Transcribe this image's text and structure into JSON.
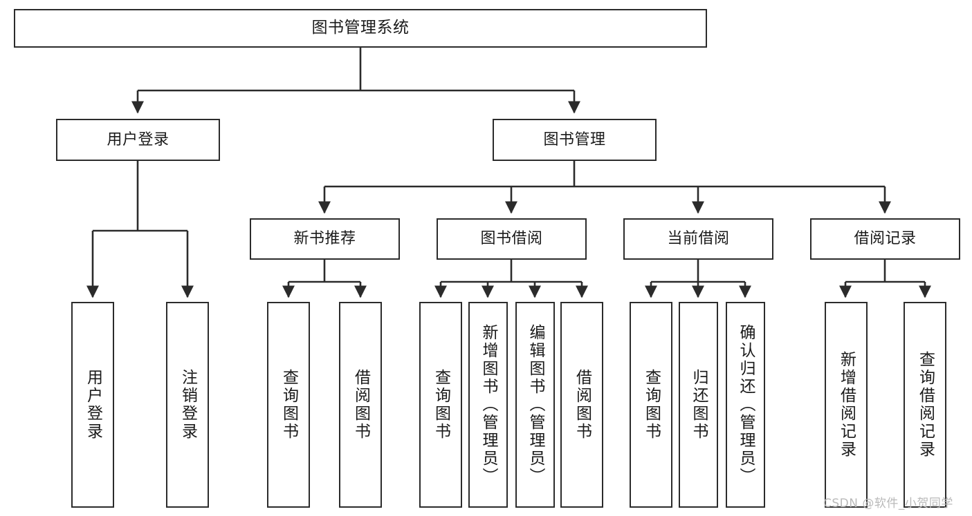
{
  "diagram": {
    "type": "tree",
    "title": "图书管理系统",
    "orientation": "top-down",
    "levels": 4,
    "root": {
      "id": "root",
      "label": "图书管理系统",
      "text_orientation": "horizontal"
    },
    "level2": [
      {
        "id": "user-login",
        "label": "用户登录",
        "text_orientation": "horizontal"
      },
      {
        "id": "book-management",
        "label": "图书管理",
        "text_orientation": "horizontal"
      }
    ],
    "level3": [
      {
        "id": "new-book-recommend",
        "label": "新书推荐",
        "parent": "book-management",
        "text_orientation": "horizontal"
      },
      {
        "id": "book-borrow",
        "label": "图书借阅",
        "parent": "book-management",
        "text_orientation": "horizontal"
      },
      {
        "id": "current-borrow",
        "label": "当前借阅",
        "parent": "book-management",
        "text_orientation": "horizontal"
      },
      {
        "id": "borrow-record",
        "label": "借阅记录",
        "parent": "book-management",
        "text_orientation": "horizontal"
      }
    ],
    "leaves": [
      {
        "id": "leaf-user-login",
        "label": "用户登录",
        "parent": "user-login",
        "text_orientation": "vertical"
      },
      {
        "id": "leaf-logout",
        "label": "注销登录",
        "parent": "user-login",
        "text_orientation": "vertical"
      },
      {
        "id": "leaf-query-book-1",
        "label": "查询图书",
        "parent": "new-book-recommend",
        "text_orientation": "vertical"
      },
      {
        "id": "leaf-borrow-book-1",
        "label": "借阅图书",
        "parent": "new-book-recommend",
        "text_orientation": "vertical"
      },
      {
        "id": "leaf-query-book-2",
        "label": "查询图书",
        "parent": "book-borrow",
        "text_orientation": "vertical"
      },
      {
        "id": "leaf-add-book",
        "label": "新增图书（管理员）",
        "parent": "book-borrow",
        "text_orientation": "vertical"
      },
      {
        "id": "leaf-edit-book",
        "label": "编辑图书（管理员）",
        "parent": "book-borrow",
        "text_orientation": "vertical"
      },
      {
        "id": "leaf-borrow-book-2",
        "label": "借阅图书",
        "parent": "book-borrow",
        "text_orientation": "vertical"
      },
      {
        "id": "leaf-query-book-3",
        "label": "查询图书",
        "parent": "current-borrow",
        "text_orientation": "vertical"
      },
      {
        "id": "leaf-return-book",
        "label": "归还图书",
        "parent": "current-borrow",
        "text_orientation": "vertical"
      },
      {
        "id": "leaf-confirm-return",
        "label": "确认归还（管理员）",
        "parent": "current-borrow",
        "text_orientation": "vertical"
      },
      {
        "id": "leaf-add-record",
        "label": "新增借阅记录",
        "parent": "borrow-record",
        "text_orientation": "vertical"
      },
      {
        "id": "leaf-query-record",
        "label": "查询借阅记录",
        "parent": "borrow-record",
        "text_orientation": "vertical"
      }
    ],
    "colors": {
      "box_border": "#2b2b2b",
      "box_fill": "#ffffff",
      "edge": "#2b2b2b",
      "text": "#1a1a1a",
      "background": "#ffffff",
      "watermark": "#b9b9b9"
    }
  },
  "watermark": {
    "text": "CSDN @软件_小贺同学"
  }
}
